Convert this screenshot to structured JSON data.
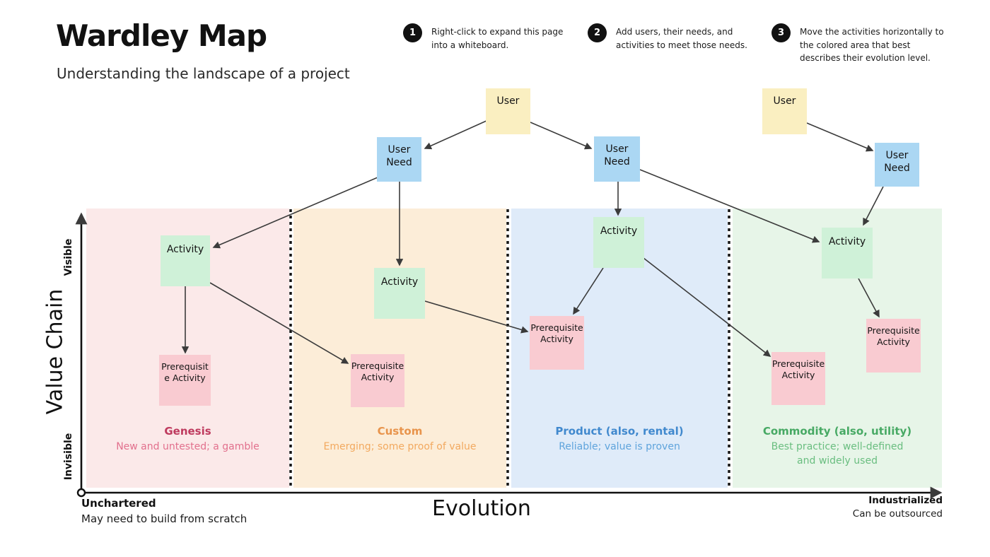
{
  "page": {
    "title": "Wardley Map",
    "subtitle": "Understanding the landscape of a project"
  },
  "steps": [
    {
      "number": "1",
      "text": "Right-click to expand this page into a whiteboard."
    },
    {
      "number": "2",
      "text": "Add users, their needs, and activities to meet those needs."
    },
    {
      "number": "3",
      "text": "Move the activities horizontally to the colored area that best describes their evolution level."
    }
  ],
  "axes": {
    "y_label": "Value Chain",
    "y_top": "Visible",
    "y_bottom": "Invisible",
    "x_label": "Evolution",
    "x_left": {
      "title": "Unchartered",
      "subtitle": "May need to build from scratch"
    },
    "x_right": {
      "title": "Industrialized",
      "subtitle": "Can be outsourced"
    }
  },
  "columns": [
    {
      "name": "Genesis",
      "subtitle": "New and untested; a gamble",
      "bg": "#FBE9E9",
      "title_color": "#BE3A5E",
      "subtitle_color": "#E2708D"
    },
    {
      "name": "Custom",
      "subtitle": "Emerging; some proof of value",
      "bg": "#FCEDD8",
      "title_color": "#E8944C",
      "subtitle_color": "#F2A95F"
    },
    {
      "name": "Product (also, rental)",
      "subtitle": "Reliable; value is proven",
      "bg": "#DFEBF9",
      "title_color": "#4189CE",
      "subtitle_color": "#5FA4DC"
    },
    {
      "name": "Commodity (also, utility)",
      "subtitle": "Best practice; well-defined\nand widely used",
      "bg": "#E7F5E8",
      "title_color": "#47A964",
      "subtitle_color": "#6ABE80"
    }
  ],
  "notes": {
    "user1": "User",
    "user2": "User",
    "need1": "User\nNeed",
    "need2": "User\nNeed",
    "need3": "User\nNeed",
    "activity1": "Activity",
    "activity2": "Activity",
    "activity3": "Activity",
    "activity4": "Activity",
    "prereq1": "Prerequisit\ne Activity",
    "prereq2": "Prerequisite\nActivity",
    "prereq3": "Prerequisite\nActivity",
    "prereq4": "Prerequisite\nActivity",
    "prereq5": "Prerequisite\nActivity"
  },
  "colors": {
    "note_user": "#FAEFC1",
    "note_need": "#ABD7F3",
    "note_activity": "#CFF1D8",
    "note_prereq": "#F9CBD1",
    "connector": "#3b3b3b",
    "axis": "#111111",
    "step_badge": "#111111"
  }
}
